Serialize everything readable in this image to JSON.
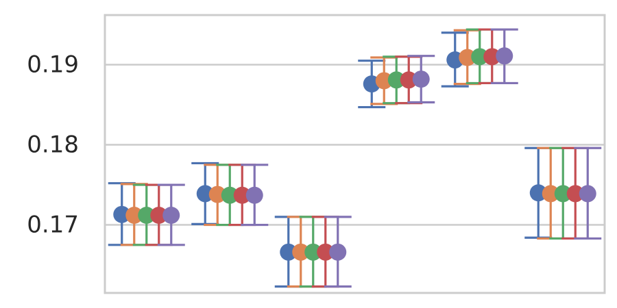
{
  "chart_data": {
    "type": "scatter",
    "title": "",
    "xlabel": "",
    "ylabel": "",
    "ylim": [
      0.1615,
      0.1962
    ],
    "yticks": [
      0.17,
      0.18,
      0.19
    ],
    "ytick_labels": [
      "0.17",
      "0.18",
      "0.19"
    ],
    "grid": "y",
    "groups": 6,
    "series": [
      {
        "color": "#4c72b0",
        "values": [
          0.1713,
          0.1739,
          0.1666,
          0.1876,
          0.1906,
          0.174
        ],
        "lower": [
          0.1675,
          0.1701,
          0.1623,
          0.1847,
          0.1873,
          0.1684
        ],
        "upper": [
          0.1752,
          0.1777,
          0.171,
          0.1905,
          0.194,
          0.1796
        ]
      },
      {
        "color": "#dd8452",
        "values": [
          0.1712,
          0.1738,
          0.1666,
          0.188,
          0.1909,
          0.1739
        ],
        "lower": [
          0.1675,
          0.17,
          0.1623,
          0.1851,
          0.1876,
          0.1683
        ],
        "upper": [
          0.1751,
          0.1775,
          0.171,
          0.1909,
          0.1943,
          0.1796
        ]
      },
      {
        "color": "#55a868",
        "values": [
          0.1712,
          0.1737,
          0.1666,
          0.1881,
          0.191,
          0.1739
        ],
        "lower": [
          0.1675,
          0.17,
          0.1623,
          0.1852,
          0.1877,
          0.1683
        ],
        "upper": [
          0.175,
          0.1775,
          0.171,
          0.191,
          0.1944,
          0.1796
        ]
      },
      {
        "color": "#c44e52",
        "values": [
          0.1712,
          0.1737,
          0.1666,
          0.1881,
          0.191,
          0.1739
        ],
        "lower": [
          0.1675,
          0.17,
          0.1623,
          0.1852,
          0.1877,
          0.1683
        ],
        "upper": [
          0.175,
          0.1775,
          0.171,
          0.191,
          0.1944,
          0.1796
        ]
      },
      {
        "color": "#8172b3",
        "values": [
          0.1712,
          0.1737,
          0.1666,
          0.1882,
          0.1911,
          0.1739
        ],
        "lower": [
          0.1675,
          0.17,
          0.1623,
          0.1853,
          0.1877,
          0.1683
        ],
        "upper": [
          0.175,
          0.1775,
          0.171,
          0.1911,
          0.1944,
          0.1796
        ]
      }
    ]
  }
}
